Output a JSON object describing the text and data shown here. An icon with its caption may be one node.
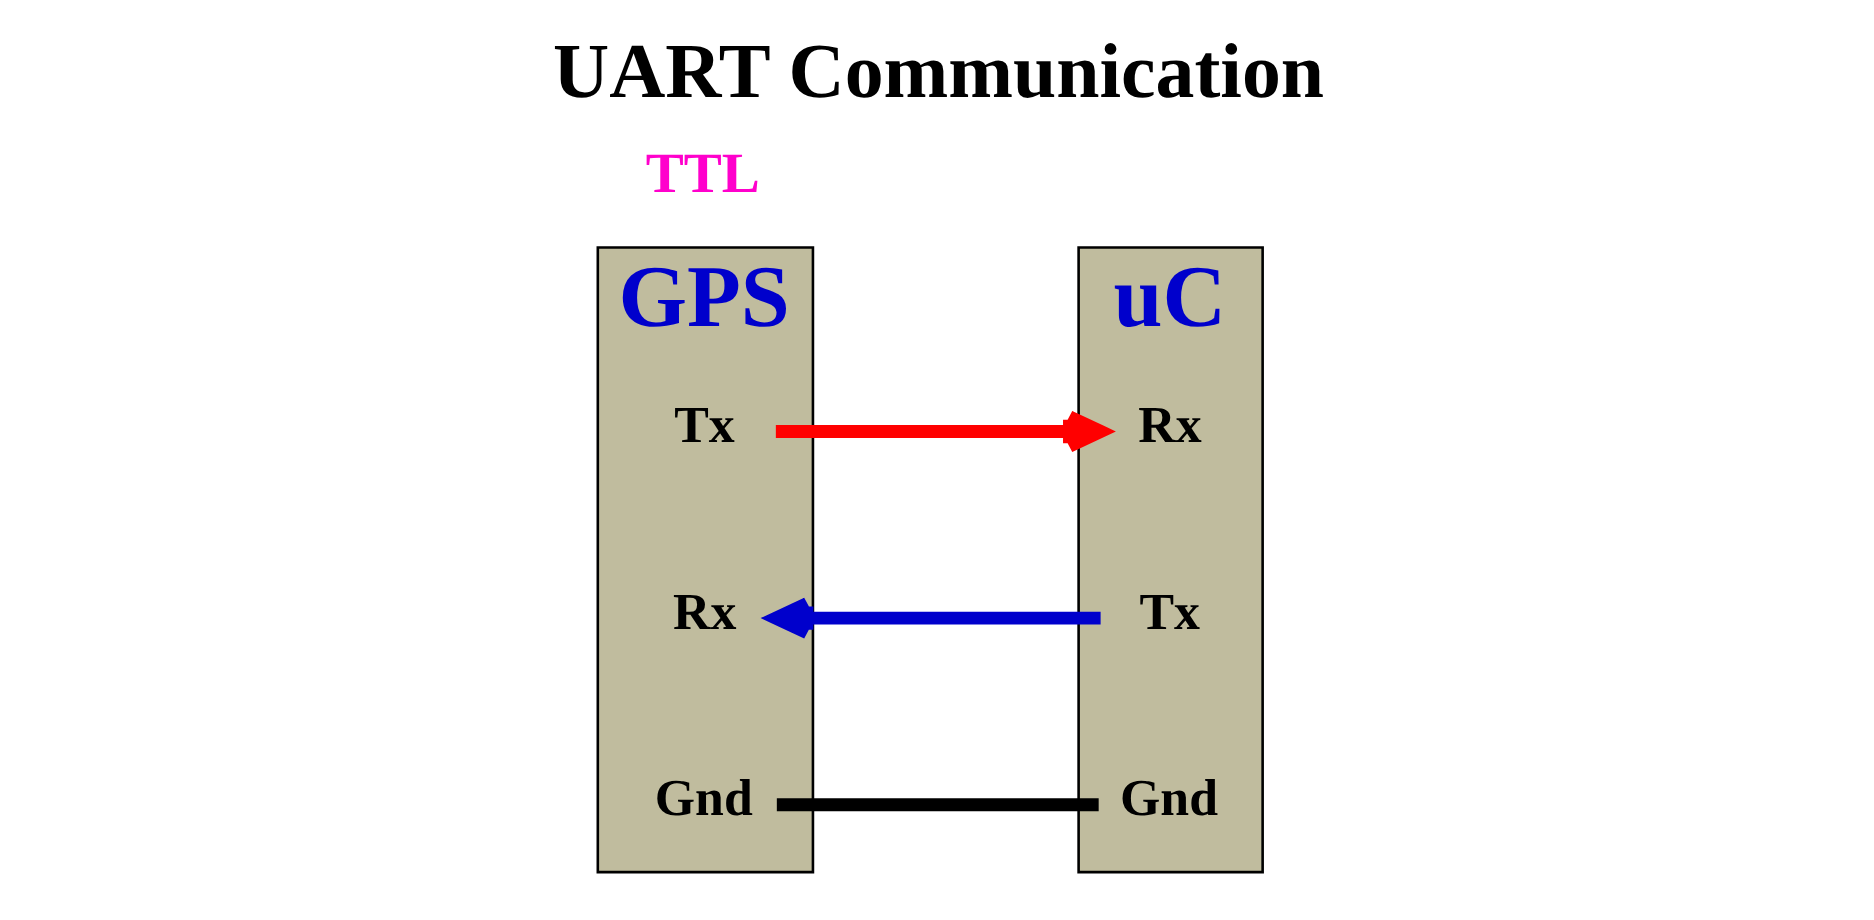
{
  "diagram": {
    "title": "UART Communication",
    "nodes": [
      {
        "text": [
          "GPS"
        ]
      },
      {
        "text": [
          "Tx"
        ],
        "in": 0
      },
      {
        "text": [
          "Rx"
        ],
        "in": 0
      },
      {
        "text": [
          "Gnd"
        ],
        "in": 0
      },
      {
        "text": [
          "uC"
        ]
      },
      {
        "text": [
          "Rx"
        ],
        "in": 4
      },
      {
        "text": [
          "Tx"
        ],
        "in": 4
      },
      {
        "text": [
          "Gnd"
        ],
        "in": 4
      }
    ],
    "edges": [
      {
        "from": 1,
        "to": 5,
        "arrow": "to",
        "color": "#ff0000"
      },
      {
        "from": 6,
        "to": 2,
        "arrow": "to",
        "color": "#0000cc"
      },
      {
        "from": 3,
        "to": 7,
        "arrow": "none",
        "color": "#000000"
      }
    ],
    "labels": [
      "TTL"
    ]
  }
}
